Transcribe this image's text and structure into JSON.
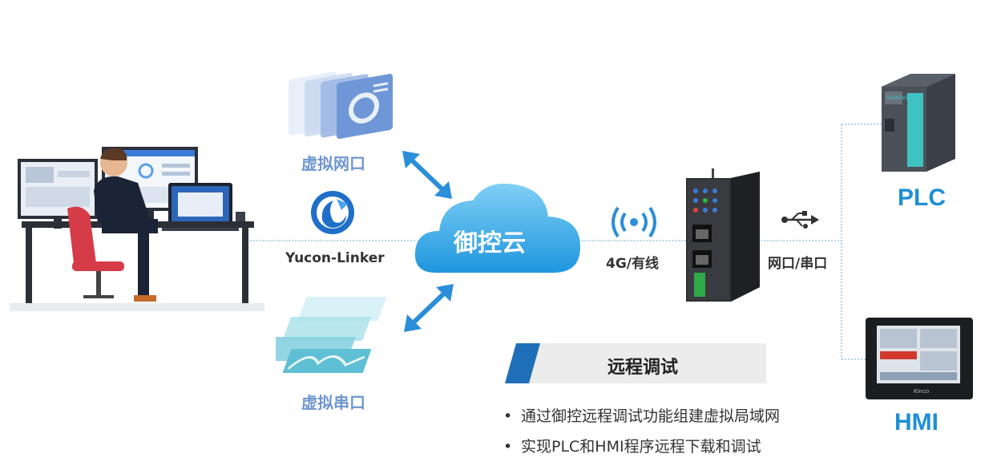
{
  "nodes": {
    "virtual_net_port": "虚拟网口",
    "virtual_serial_port": "虚拟串口",
    "linker_name": "Yucon-Linker",
    "cloud": "御控云",
    "link_4g": "4G/有线",
    "port_label": "网口/串口",
    "plc": "PLC",
    "hmi": "HMI",
    "hmi_brand": "Kinco"
  },
  "section": {
    "title": "远程调试",
    "bullets": [
      "通过御控远程调试功能组建虚拟局域网",
      "实现PLC和HMI程序远程下载和调试"
    ]
  },
  "colors": {
    "accent_blue": "#1e8fd6",
    "cloud_blue": "#34a9e8",
    "label_blue": "#6f96cf",
    "banner_blue": "#1f6fb8"
  }
}
